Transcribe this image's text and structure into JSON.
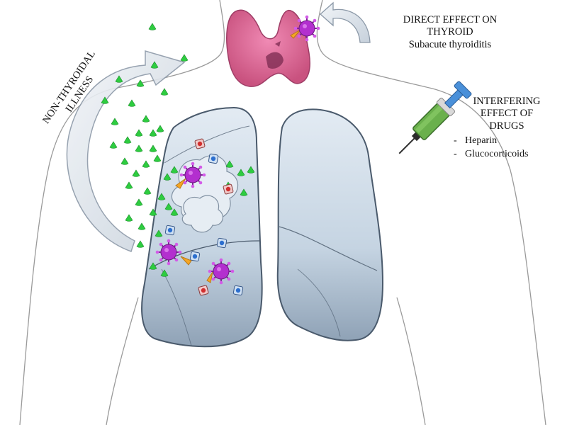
{
  "labels": {
    "non_thyroidal": {
      "line1": "NON-THYROIDAL",
      "line2": "ILLNESS"
    },
    "direct_effect": {
      "line1": "DIRECT EFFECT ON",
      "line2": "THYROID",
      "line3": "Subacute thyroiditis"
    },
    "interfering": {
      "line1": "INTERFERING",
      "line2": "EFFECT OF",
      "line3": "DRUGS",
      "items": [
        "Heparin",
        "Glucocorticoids"
      ]
    }
  },
  "colors": {
    "lung_fill": "#c8d6e4",
    "lung_stroke": "#4a5a6c",
    "thyroid": "#d9709b",
    "virus": "#b032c8",
    "cytokine": "#2ecc40",
    "body_line": "#9a9a9a",
    "arrow_fill": "#dfe6ee",
    "syringe_body": "#6ab04c",
    "syringe_plunger": "#4a90d9"
  },
  "icons": [
    "virus-icon",
    "cytokine-icon",
    "immune-cell-icon",
    "syringe-icon",
    "thyroid-gland",
    "lung-left",
    "lung-right"
  ]
}
